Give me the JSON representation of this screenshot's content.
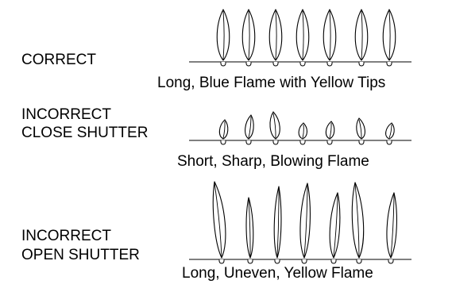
{
  "sections": [
    {
      "label_lines": [
        "CORRECT"
      ],
      "caption": "Long, Blue Flame with Yellow Tips",
      "flame_style": "long-even"
    },
    {
      "label_lines": [
        "INCORRECT",
        "CLOSE SHUTTER"
      ],
      "caption": "Short, Sharp, Blowing Flame",
      "flame_style": "short-sharp"
    },
    {
      "label_lines": [
        "INCORRECT",
        "OPEN SHUTTER"
      ],
      "caption": "Long, Uneven, Yellow Flame",
      "flame_style": "long-uneven"
    }
  ],
  "colors": {
    "line": "#000000",
    "background": "#ffffff"
  }
}
